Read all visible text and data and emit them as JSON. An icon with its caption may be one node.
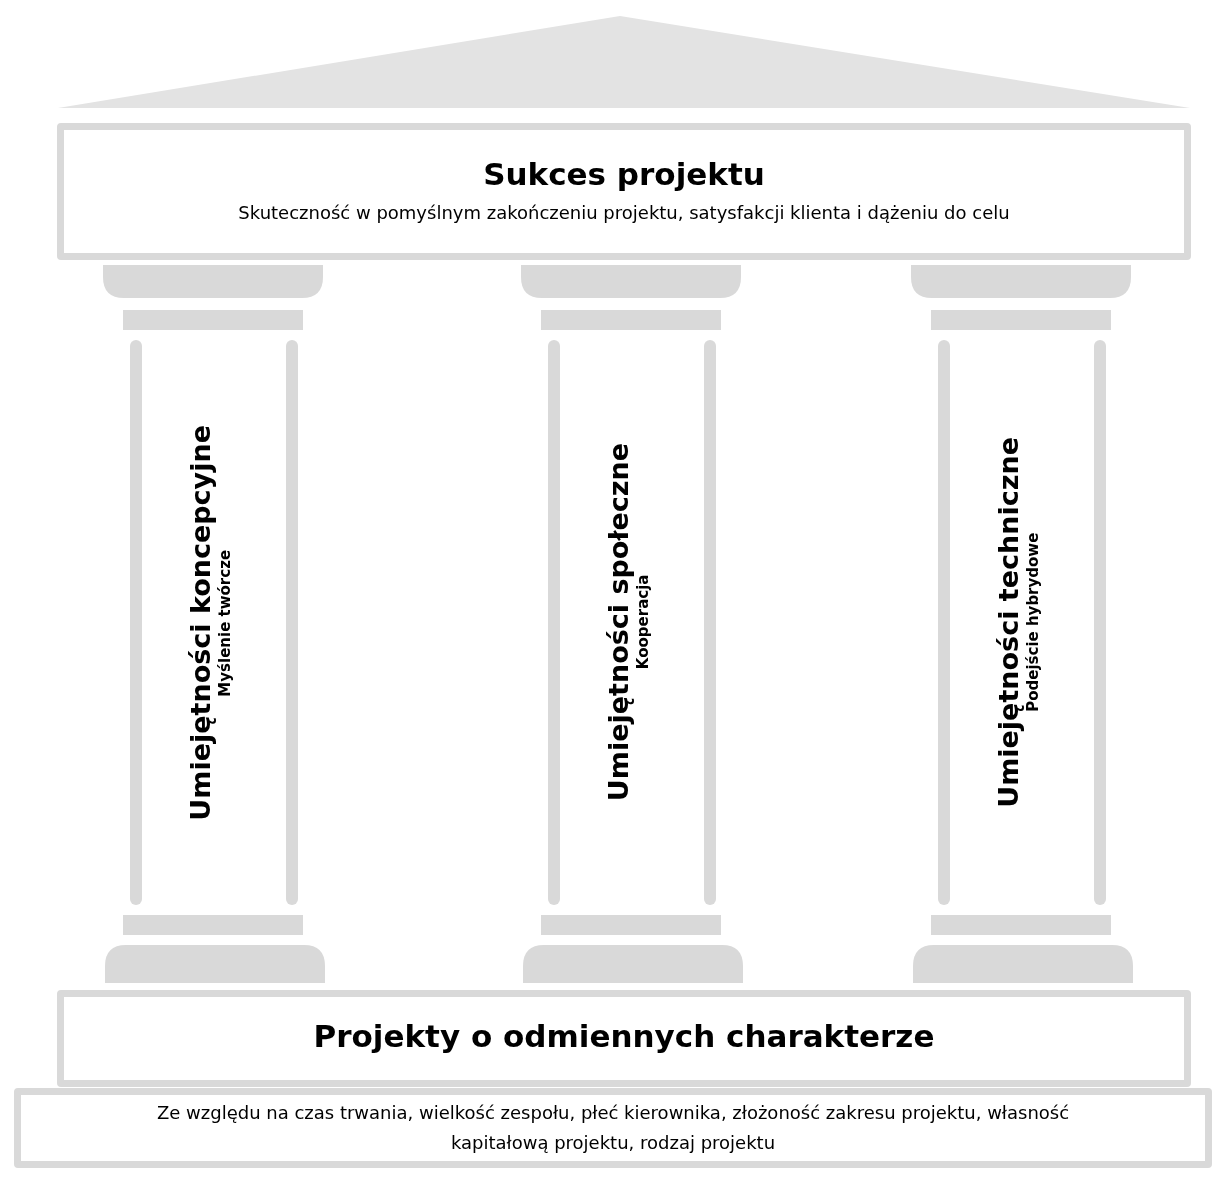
{
  "diagram": {
    "nodes": [
      {
        "text": [
          "Sukces projektu",
          "Skuteczność w pomyślnym zakończeniu projektu, satysfakcji klienta i dążeniu do celu"
        ]
      },
      {
        "text": [
          "Umiejętności koncepcyjne",
          "Myślenie twórcze"
        ]
      },
      {
        "text": [
          "Umiejętności społeczne",
          "Kooperacja"
        ]
      },
      {
        "text": [
          "Umiejętności techniczne",
          "Podejście hybrydowe"
        ]
      },
      {
        "text": [
          "Projekty o odmiennych charakterze"
        ]
      },
      {
        "text": [
          "Ze względu na czas trwania, wielkość zespołu, płeć kierownika, złożoność zakresu projektu, własność kapitałową projektu, rodzaj projektu"
        ]
      }
    ]
  }
}
